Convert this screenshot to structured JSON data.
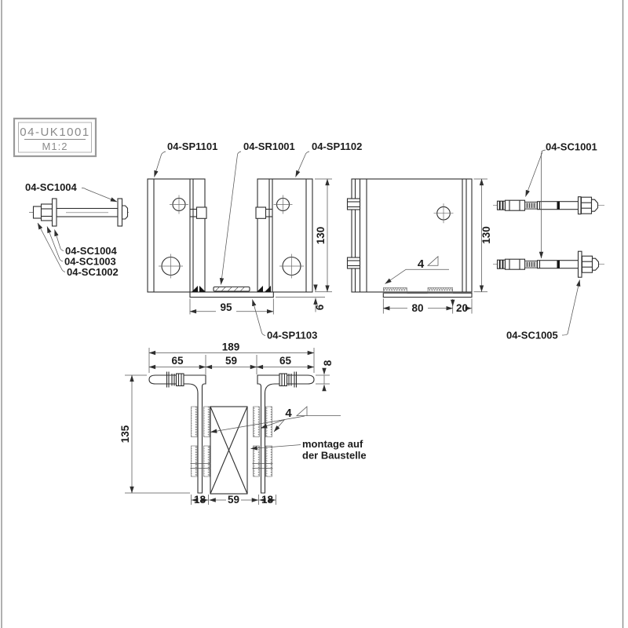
{
  "title_block": {
    "part_number": "04-UK1001",
    "scale": "M1:2"
  },
  "part_labels": {
    "bolt_washer_top": "04-SC1004",
    "bolt_washer": "04-SC1004",
    "bolt_nut": "04-SC1003",
    "bolt_screw": "04-SC1002",
    "plate_left": "04-SP1101",
    "rod": "04-SR1001",
    "plate_right": "04-SP1102",
    "base_plate": "04-SP1103",
    "anchor": "04-SC1001",
    "anchor_washer": "04-SC1005"
  },
  "dimensions": {
    "front_width": "95",
    "front_height": "130",
    "base_thickness": "6",
    "side_height": "130",
    "side_weld_length": "80",
    "side_edge": "20",
    "side_weld_size": "4",
    "plan_total_width": "189",
    "plan_left": "65",
    "plan_center": "59",
    "plan_right": "65",
    "plan_flange_thickness": "8",
    "plan_depth": "135",
    "plan_leg_left": "18",
    "plan_gap": "59",
    "plan_leg_right": "18",
    "plan_weld_size": "4"
  },
  "notes": {
    "site_assembly_line1": "montage auf",
    "site_assembly_line2": "der Baustelle"
  }
}
